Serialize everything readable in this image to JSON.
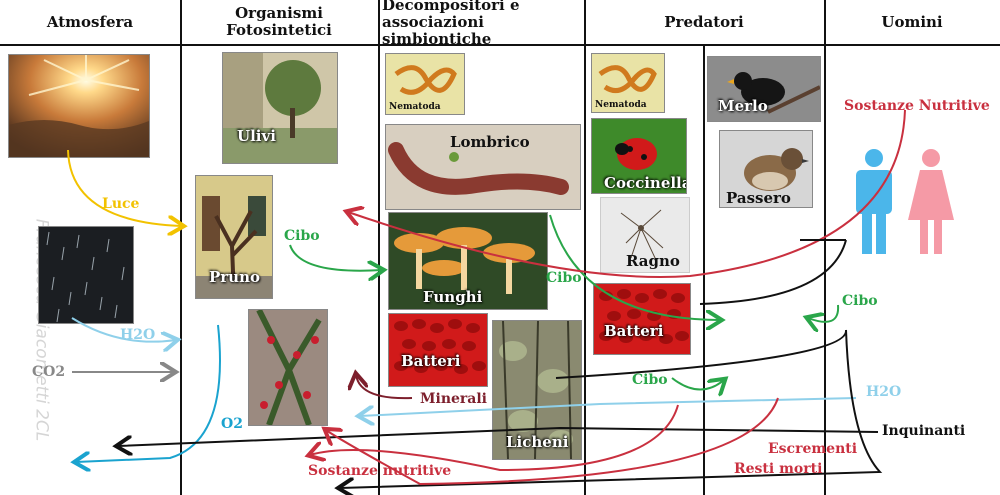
{
  "columns": {
    "atmosfera": "Atmosfera",
    "organismi": "Organismi Fotosintetici",
    "decompositori": "Decompositori e associazioni simbiontiche",
    "predatori": "Predatori",
    "uomini": "Uomini"
  },
  "photos": {
    "ulivi": "Ulivi",
    "pruno": "Pruno",
    "nematoda1": "Nematoda",
    "lombrico": "Lombrico",
    "funghi": "Funghi",
    "batteri1": "Batteri",
    "licheni": "Licheni",
    "nematoda2": "Nematoda",
    "coccinella": "Coccinella",
    "ragno": "Ragno",
    "batteri2": "Batteri",
    "merlo": "Merlo",
    "passero": "Passero"
  },
  "flows": {
    "luce": "Luce",
    "h2o_left": "H2O",
    "co2": "CO2",
    "o2": "O2",
    "cibo_left": "Cibo",
    "cibo_mid": "Cibo",
    "cibo_center": "Cibo",
    "cibo_right": "Cibo",
    "minerali": "Minerali",
    "sostanze_nutritive_top": "Sostanze Nutritive",
    "h2o_right": "H2O",
    "inquinanti": "Inquinanti",
    "escrementi": "Escrementi",
    "resti_morti": "Resti morti",
    "sostanze_nutritive_bottom": "Sostanze nutritive"
  },
  "watermark": "Francesca Giacometti 2CL",
  "colors": {
    "luce": "#f2c200",
    "h2o": "#8fd0ea",
    "co2": "#888888",
    "o2": "#1aa3cf",
    "cibo": "#2aa64a",
    "minerali": "#7d1f2c",
    "nutrienti": "#c9303f",
    "inquinanti": "#111111",
    "man": "#4bb6ea",
    "woman": "#f59aa6"
  },
  "icons": [
    "sun-icon",
    "rain-icon",
    "man-icon",
    "woman-icon"
  ]
}
